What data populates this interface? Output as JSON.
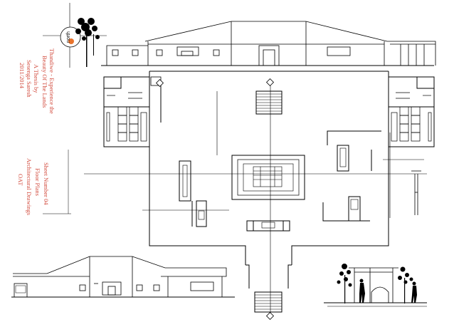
{
  "north_arrow": {
    "label": "north",
    "accent_color": "#e8732c"
  },
  "title_block": {
    "lines": [
      "Thandiwe - Experience the",
      "Beauty Of The Lands",
      "A Thesis by",
      "Sesenga Saresh",
      "2011/2014"
    ]
  },
  "sheet_block": {
    "lines": [
      "Sheet Number 04",
      "Floor Plans",
      "Architectural Drawings",
      "OAT"
    ]
  },
  "colors": {
    "ink": "#000000",
    "annotation": "#d24a3c",
    "paper": "#ffffff"
  }
}
